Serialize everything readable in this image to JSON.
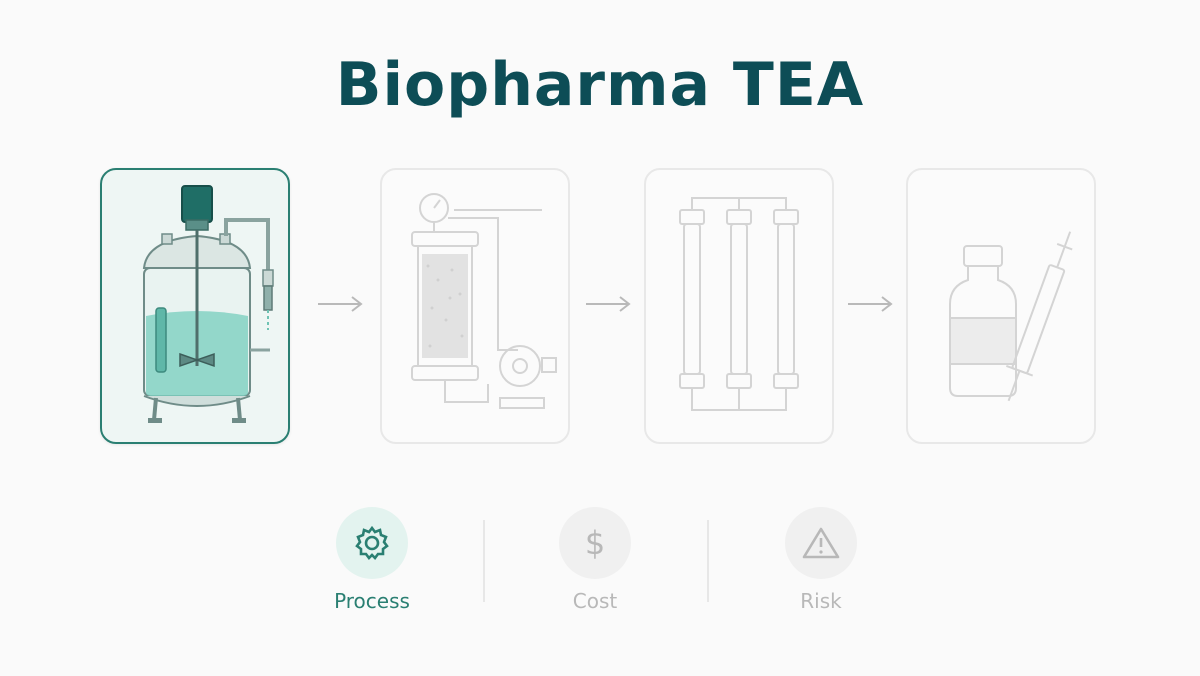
{
  "title": "Biopharma TEA",
  "colors": {
    "accent": "#2a7f72",
    "title": "#0d4d56",
    "inactive": "#b8b8b8"
  },
  "process_steps": [
    {
      "icon": "bioreactor-icon",
      "active": true
    },
    {
      "icon": "chromatography-column-icon",
      "active": false
    },
    {
      "icon": "filtration-columns-icon",
      "active": false
    },
    {
      "icon": "vial-syringe-icon",
      "active": false
    }
  ],
  "tabs": [
    {
      "label": "Process",
      "icon": "gear-icon",
      "active": true
    },
    {
      "label": "Cost",
      "icon": "dollar-icon",
      "active": false
    },
    {
      "label": "Risk",
      "icon": "warning-icon",
      "active": false
    }
  ]
}
